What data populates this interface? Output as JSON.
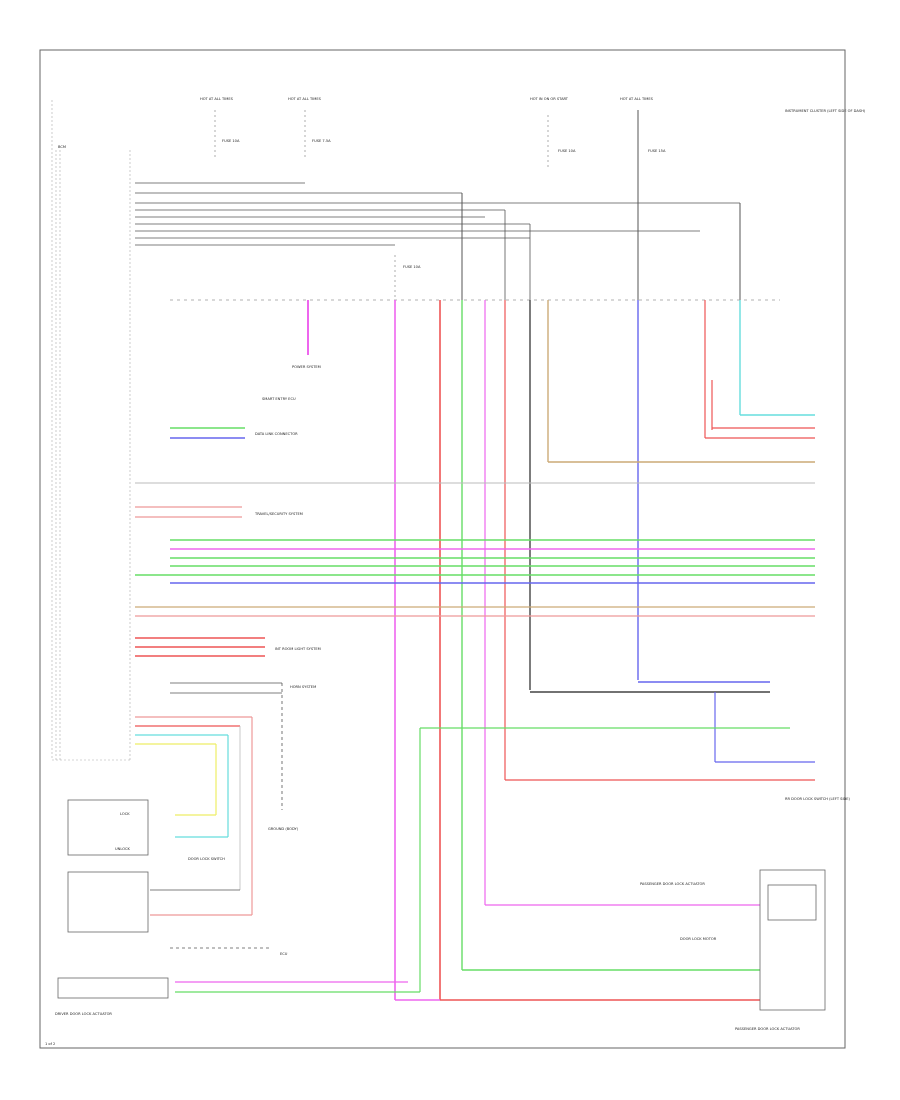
{
  "labels": {
    "power_top": [
      "HOT AT ALL TIMES",
      "HOT AT ALL TIMES",
      "HOT IN ON OR START",
      "HOT AT ALL TIMES"
    ],
    "fuse_top": [
      "FUSE 10A",
      "FUSE 7.5A",
      "FUSE 10A",
      "FUSE 15A"
    ],
    "fuse_mid": "FUSE 10A",
    "left_bus": "BCM",
    "top_right_module": "INSTRUMENT CLUSTER (LEFT SIDE OF DASH)",
    "power_system": "POWER SYSTEM",
    "keyless_block": "SMART ENTRY ECU",
    "data_link": "DATA LINK CONNECTOR",
    "theft_system": "TRAVEL/SECURITY SYSTEM",
    "ret_light_system": "INT ROOM LIGHT SYSTEM",
    "horn_system": "HORN SYSTEM",
    "ground_label": "GROUND (BODY)",
    "lock_label": "LOCK",
    "unlock_label": "UNLOCK",
    "door_switch": "DOOR LOCK SWITCH",
    "left_module_lower": "DRIVER DOOR LOCK ACTUATOR",
    "right_switch_module": "RR DOOR LOCK SWITCH (LEFT SIDE)",
    "right_bottom_block": "PASSENGER DOOR LOCK ACTUATOR",
    "right_bottom_label": "DOOR LOCK MOTOR",
    "bottom_left_caption": "DRIVER DOOR LOCK ACTUATOR",
    "bottom_right_caption": "PASSENGER DOOR LOCK ACTUATOR",
    "ecu_label": "ECU",
    "page_number": "1 of 2"
  },
  "colors": {
    "gray": "#555555",
    "black": "#333333",
    "pink": "#ee66ee",
    "red": "#ee5555",
    "green": "#66dd66",
    "blue": "#6666ee",
    "cyan": "#66dddd",
    "yellow": "#eeee66",
    "tan": "#ccaa77",
    "lightgray": "#bbbbbb",
    "salmon": "#ee9999"
  }
}
